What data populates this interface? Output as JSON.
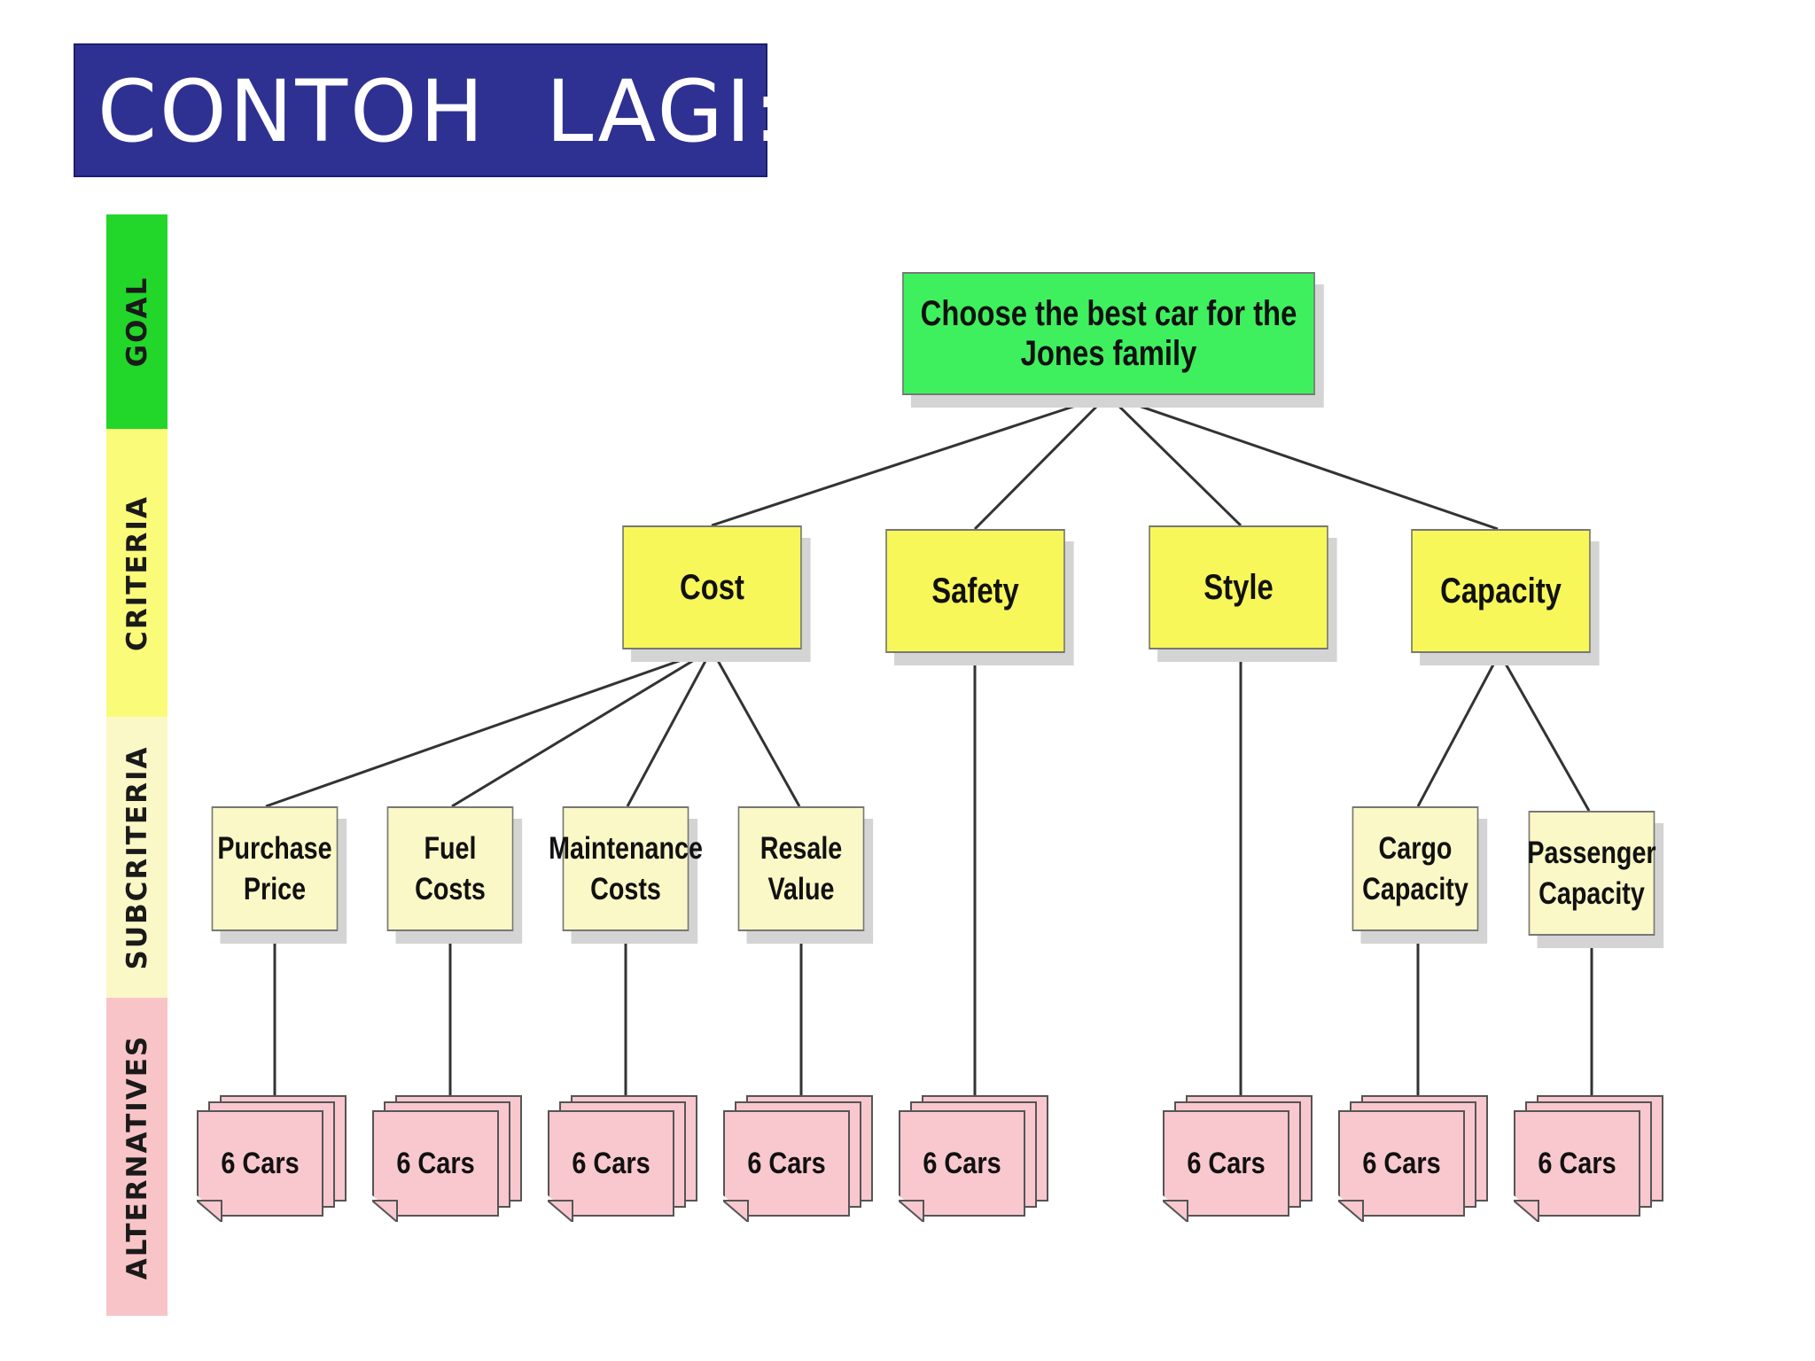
{
  "title": "CONTOH  LAGI:",
  "levels": [
    {
      "label": "GOAL",
      "color": "#22d62a"
    },
    {
      "label": "CRITERIA",
      "color": "#fbfb7a"
    },
    {
      "label": "SUBCRITERIA",
      "color": "#fbf8c7"
    },
    {
      "label": "ALTERNATIVES",
      "color": "#f9c4c8"
    }
  ],
  "goal": {
    "label": "Choose the best car for the Jones family"
  },
  "criteria": [
    "Cost",
    "Safety",
    "Style",
    "Capacity"
  ],
  "subcriteria": [
    {
      "label": "Purchase\nPrice",
      "parent": "Cost"
    },
    {
      "label": "Fuel\nCosts",
      "parent": "Cost"
    },
    {
      "label": "Maintenance\nCosts",
      "parent": "Cost"
    },
    {
      "label": "Resale\nValue",
      "parent": "Cost"
    },
    {
      "label": "Cargo\nCapacity",
      "parent": "Capacity"
    },
    {
      "label": "Passenger\nCapacity",
      "parent": "Capacity"
    }
  ],
  "alternatives": [
    "6 Cars",
    "6 Cars",
    "6 Cars",
    "6 Cars",
    "6 Cars",
    "6 Cars",
    "6 Cars",
    "6 Cars"
  ],
  "colors": {
    "title_bg": "#2e3192",
    "goal_node": "#3ff05e",
    "criteria_node": "#f7f75a",
    "subcriteria_node": "#fbf8c7",
    "alternative_card": "#f9c8cf"
  }
}
